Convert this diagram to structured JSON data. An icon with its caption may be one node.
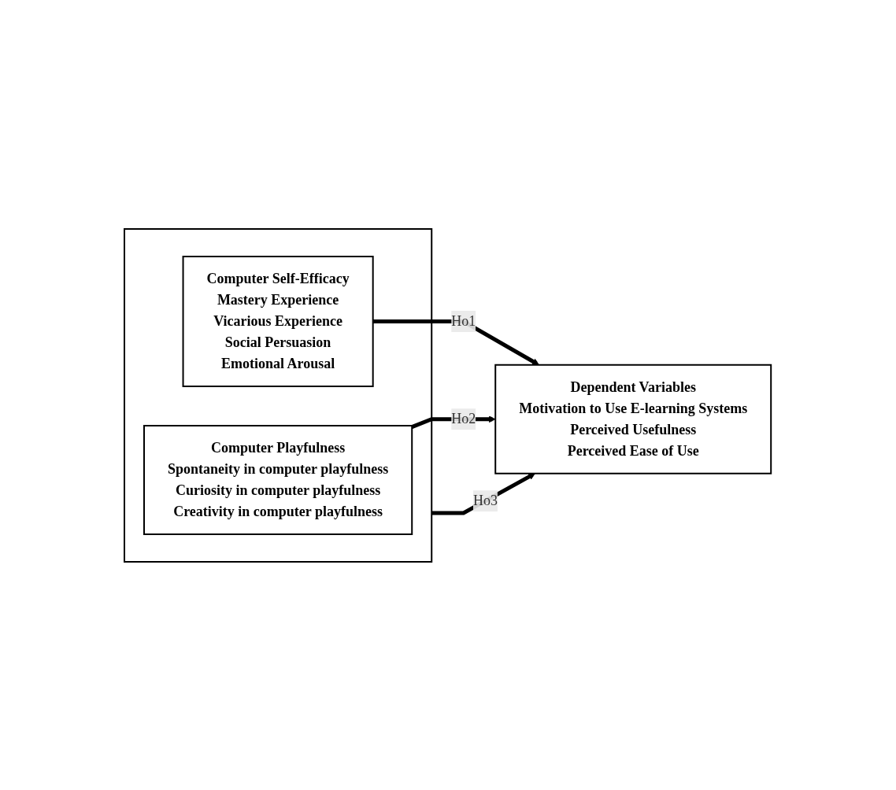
{
  "diagram": {
    "nodes": [
      {
        "text": [],
        "shape": "box"
      },
      {
        "text": [
          "Computer Self-Efficacy",
          "Mastery Experience",
          "Vicarious Experience",
          "Social Persuasion",
          "Emotional Arousal"
        ],
        "in": 0
      },
      {
        "text": [
          "Computer Playfulness",
          "Spontaneity in computer playfulness",
          "Curiosity in computer playfulness",
          "Creativity in computer playfulness"
        ],
        "in": 0
      },
      {
        "text": [
          "Dependent Variables",
          "Motivation to Use E-learning Systems",
          "Perceived Usefulness",
          "Perceived Ease of Use"
        ]
      }
    ],
    "edges": [
      {
        "from": 1,
        "to": 3,
        "arrow": "to",
        "label": "Ho1"
      },
      {
        "from": 0,
        "to": 3,
        "arrow": "to",
        "label": "Ho3"
      },
      {
        "from": 2,
        "to": 3,
        "arrow": "to",
        "label": "Ho2"
      }
    ]
  }
}
